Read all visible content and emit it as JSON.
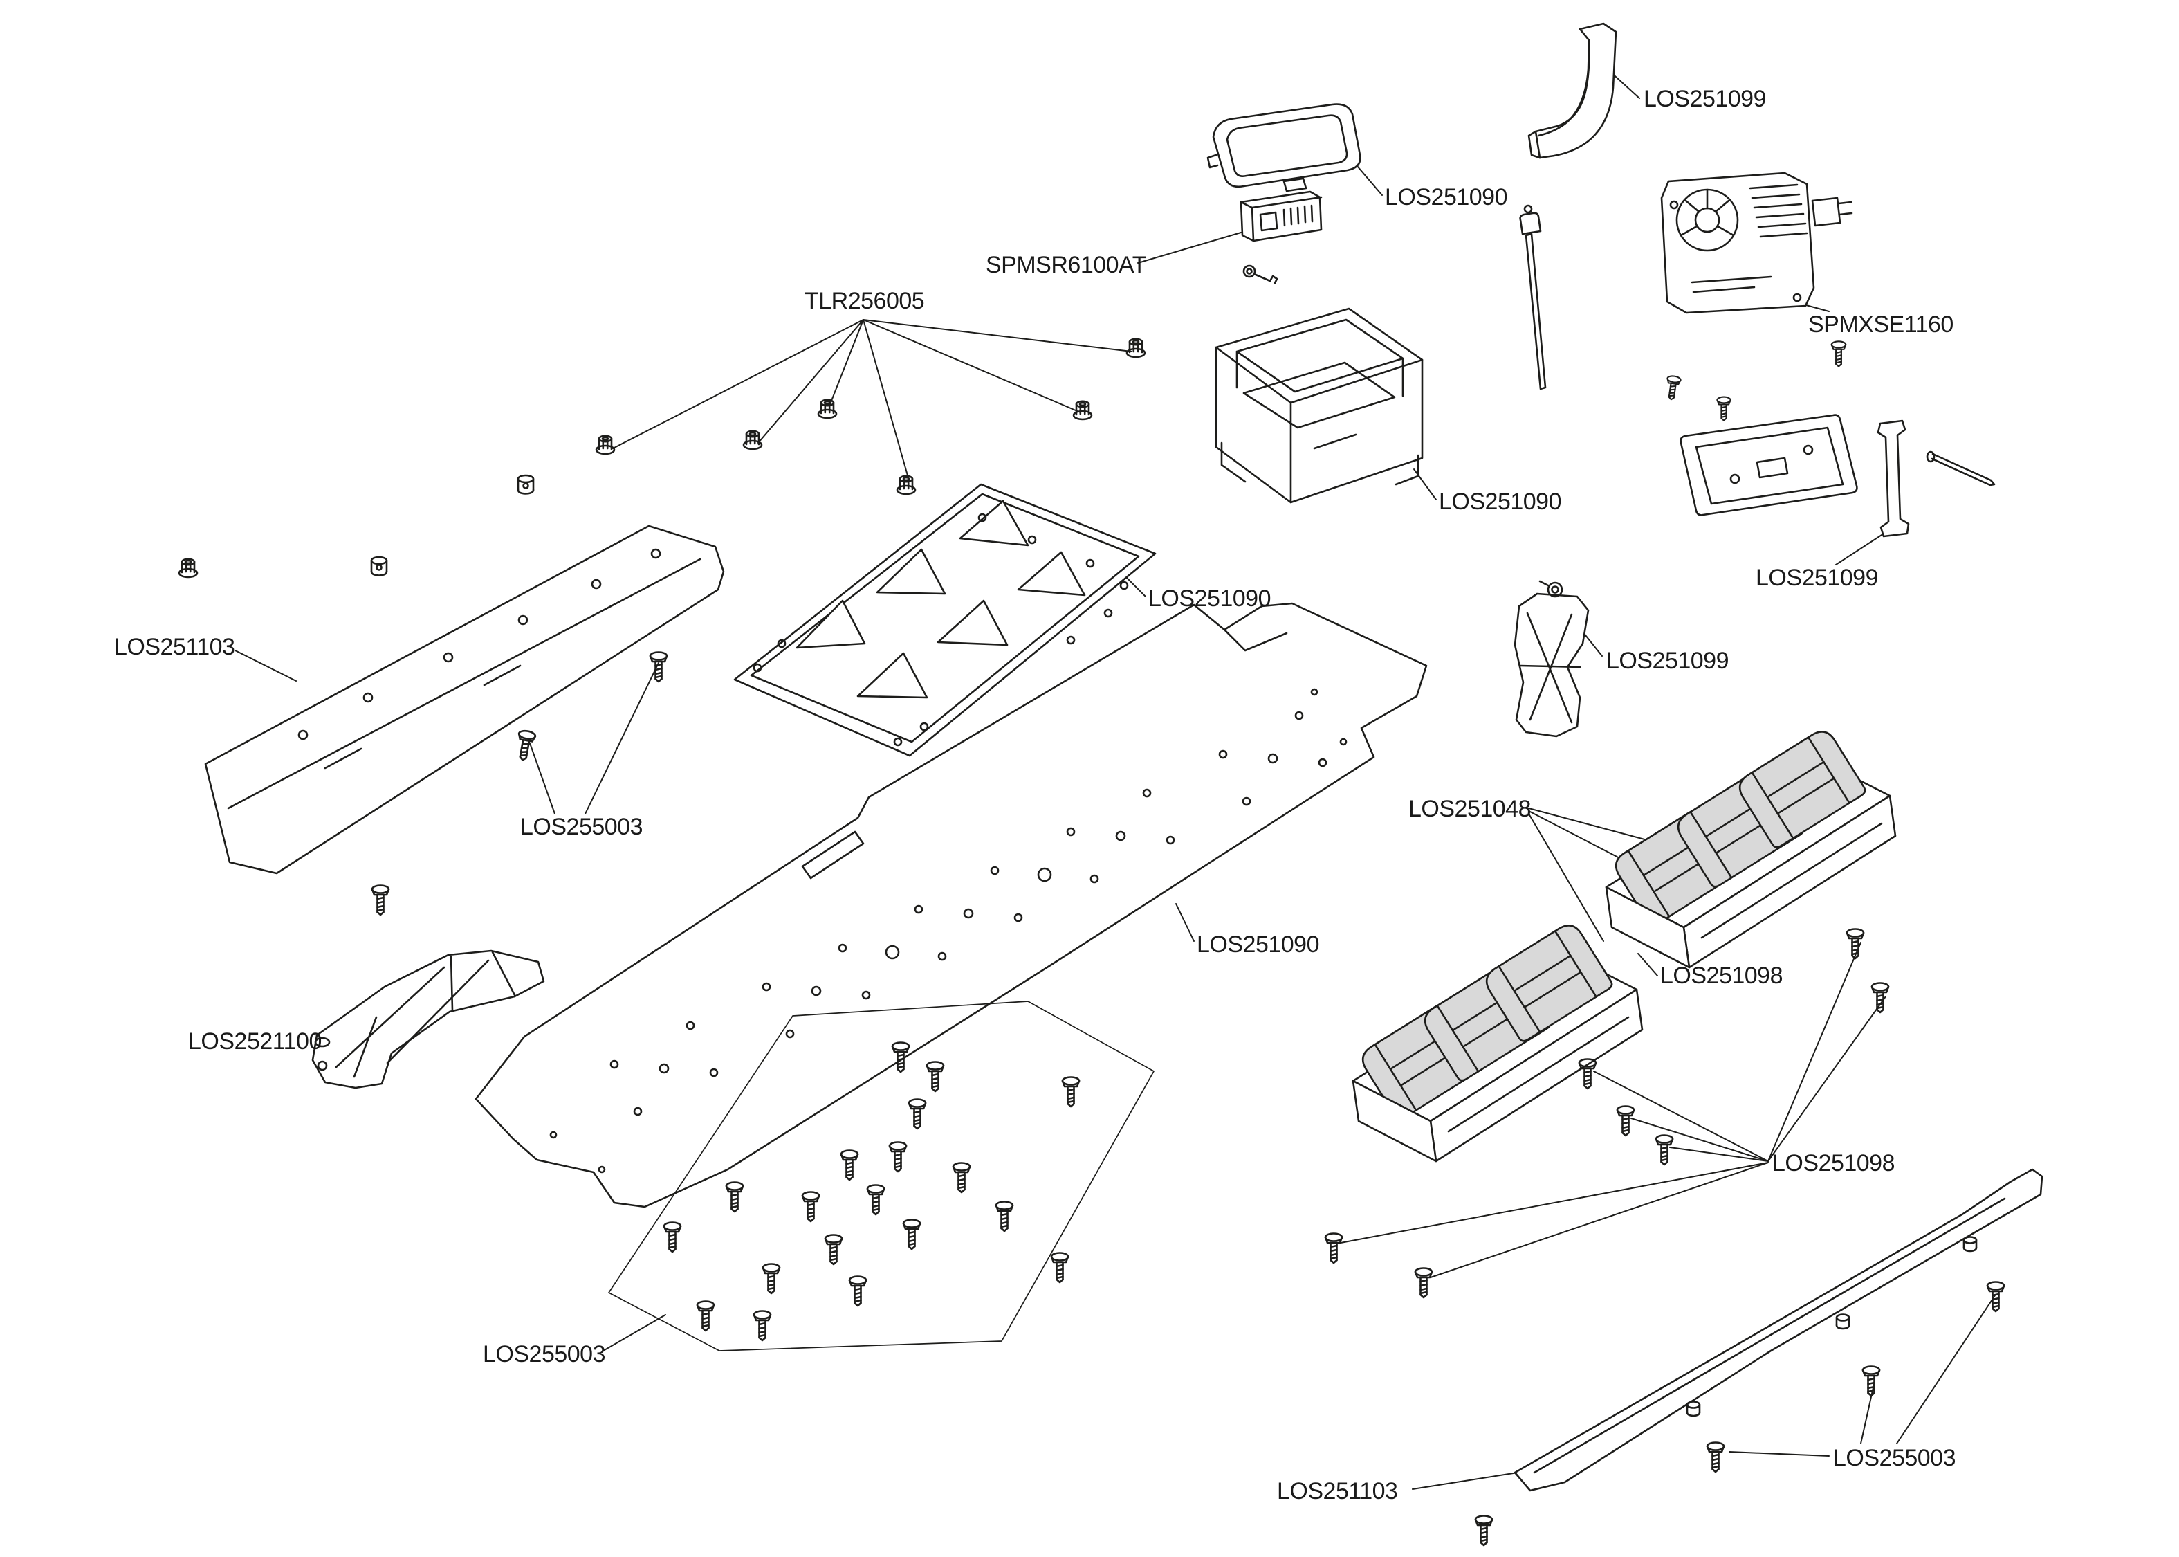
{
  "diagram": {
    "background_color": "#ffffff",
    "line_color": "#1d1d1b",
    "labels": [
      {
        "text": "TLR256005"
      },
      {
        "text": "SPMSR6100AT"
      },
      {
        "text": "LOS251090"
      },
      {
        "text": "LOS251099"
      },
      {
        "text": "SPMXSE1160"
      },
      {
        "text": "LOS251090"
      },
      {
        "text": "LOS251099"
      },
      {
        "text": "LOS251099"
      },
      {
        "text": "LOS251103"
      },
      {
        "text": "LOS251090"
      },
      {
        "text": "LOS255003"
      },
      {
        "text": "LOS251048"
      },
      {
        "text": "LOS251090"
      },
      {
        "text": "LOS251098"
      },
      {
        "text": "LOS2521100"
      },
      {
        "text": "LOS251098"
      },
      {
        "text": "LOS255003"
      },
      {
        "text": "LOS251103"
      },
      {
        "text": "LOS255003"
      }
    ]
  }
}
